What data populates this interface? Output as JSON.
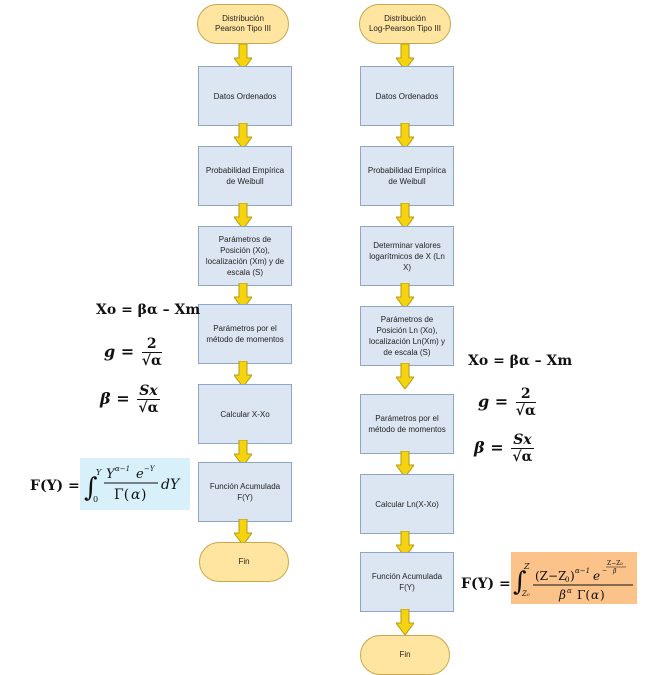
{
  "left": {
    "start": "Distribución\nPearson Tipo III",
    "steps": [
      "Datos Ordenados",
      "Probabilidad Empírica de Weibull",
      "Parámetros de Posición (Xo), localización (Xm) y de escala (S)",
      "Parámetros por el método de momentos",
      "Calcular X-Xo",
      "Función Acumulada F(Y)"
    ],
    "end": "Fin"
  },
  "right": {
    "start": "Distribución\nLog-Pearson Tipo III",
    "steps": [
      "Datos Ordenados",
      "Probabilidad Empírica de Weibull",
      "Determinar valores logarítmicos de X (Ln X)",
      "Parámetros de Posición Ln (Xo), localización Ln(Xm) y de escala (S)",
      "Parámetros por el método de momentos",
      "Calcular Ln(X-Xo)",
      "Función Acumulada F(Y)"
    ],
    "end": "Fin"
  },
  "formulas": {
    "xo": "Xo = βα – Xm",
    "g_lhs": "g =",
    "g_num": "2",
    "g_den": "√α",
    "beta_lhs": "β =",
    "beta_num": "Sx",
    "beta_den": "√α",
    "fy_lhs": "F(Y) ="
  },
  "colors": {
    "box_fill": "#dce6f2",
    "terminal_fill": "#ffe5a0",
    "arrow_fill": "#f5d40f",
    "left_formula_bg": "#d7f0fa",
    "right_formula_bg": "#fbc28a"
  }
}
